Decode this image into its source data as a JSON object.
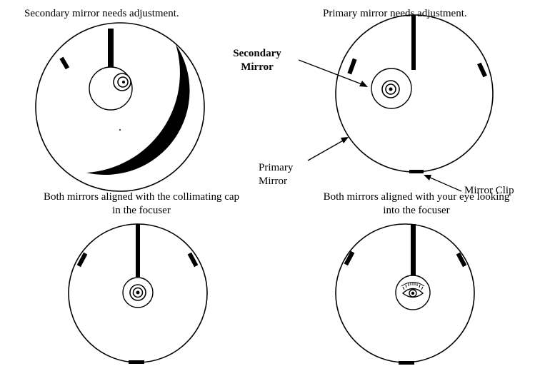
{
  "panels": {
    "secondary_needs_adjustment": {
      "caption": "Secondary mirror needs adjustment."
    },
    "primary_needs_adjustment": {
      "caption": "Primary mirror needs adjustment."
    },
    "aligned_with_cap": {
      "caption_line1": "Both mirrors aligned with the collimating cap",
      "caption_line2": "in the focuser"
    },
    "aligned_with_eye": {
      "caption_line1": "Both mirrors aligned with  your eye looking",
      "caption_line2": "into the focuser"
    }
  },
  "labels": {
    "secondary_mirror_line1": "Secondary",
    "secondary_mirror_line2": "Mirror",
    "primary_mirror_line1": "Primary",
    "primary_mirror_line2": "Mirror",
    "mirror_clip": "Mirror Clip"
  },
  "colors": {
    "ink": "#000000",
    "background": "#ffffff"
  }
}
